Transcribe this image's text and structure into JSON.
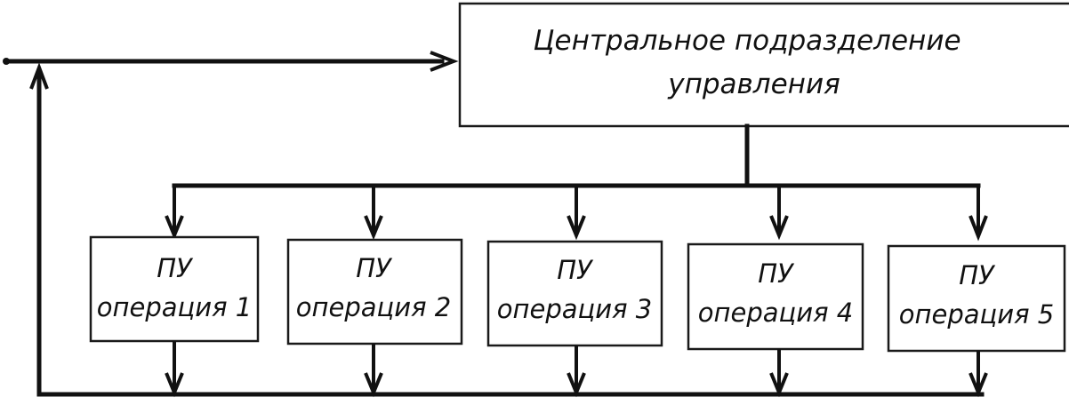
{
  "central_unit": {
    "line1": "Центральное подразделение",
    "line2": "управления"
  },
  "operation_units": [
    {
      "abbr": "ПУ",
      "name": "операция 1"
    },
    {
      "abbr": "ПУ",
      "name": "операция 2"
    },
    {
      "abbr": "ПУ",
      "name": "операция 3"
    },
    {
      "abbr": "ПУ",
      "name": "операция 4"
    },
    {
      "abbr": "ПУ",
      "name": "операция 5"
    }
  ]
}
